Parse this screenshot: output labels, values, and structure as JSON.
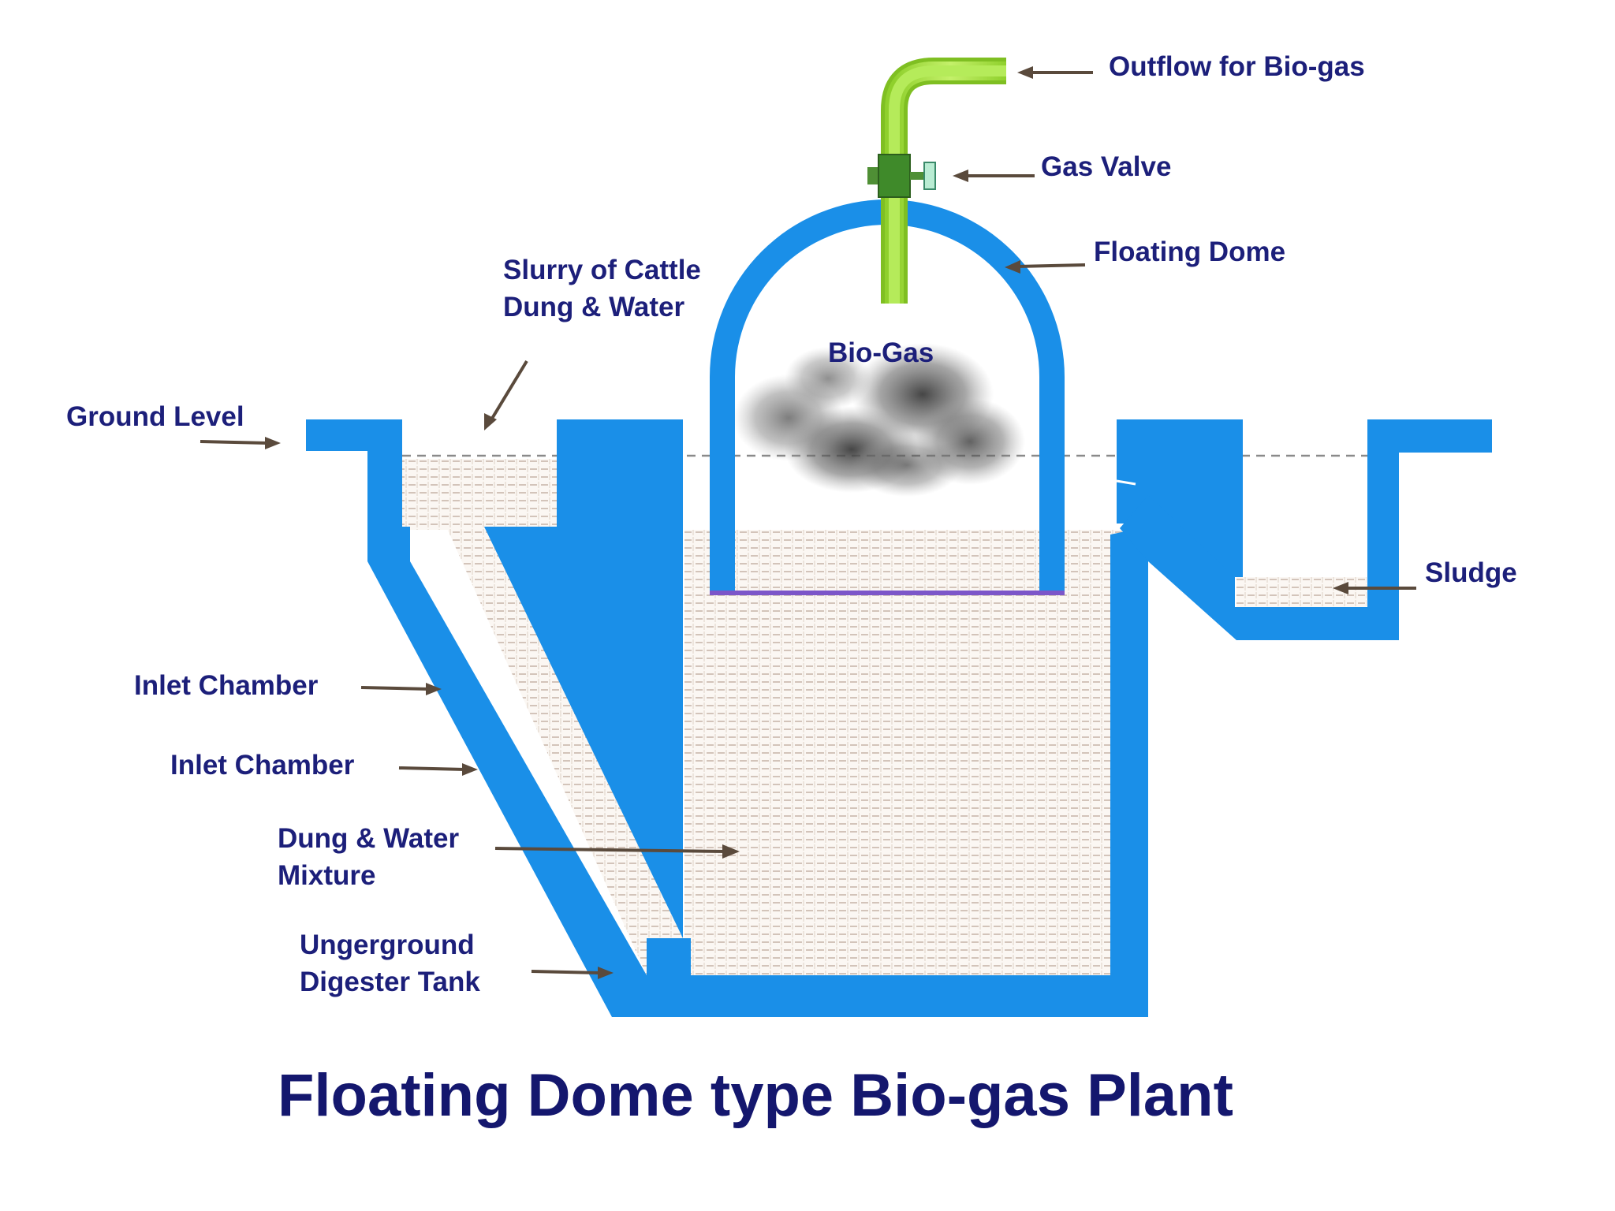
{
  "title": "Floating Dome type Bio-gas Plant",
  "labels": {
    "outflow": "Outflow for Bio-gas",
    "gas_valve": "Gas Valve",
    "floating_dome": "Floating Dome",
    "slurry_line1": "Slurry of Cattle",
    "slurry_line2": "Dung & Water",
    "bio_gas": "Bio-Gas",
    "ground_level": "Ground Level",
    "sludge": "Sludge",
    "inlet_chamber_1": "Inlet Chamber",
    "inlet_chamber_2": "Inlet Chamber",
    "mixture_line1": "Dung & Water",
    "mixture_line2": "Mixture",
    "tank_line1": "Ungerground",
    "tank_line2": "Digester Tank"
  },
  "colors": {
    "wall": "#1a8fe8",
    "pipe": "#a6e34a",
    "valve": "#3f8a2a",
    "label": "#1c1f7a",
    "arrow": "#5a4a3c"
  }
}
